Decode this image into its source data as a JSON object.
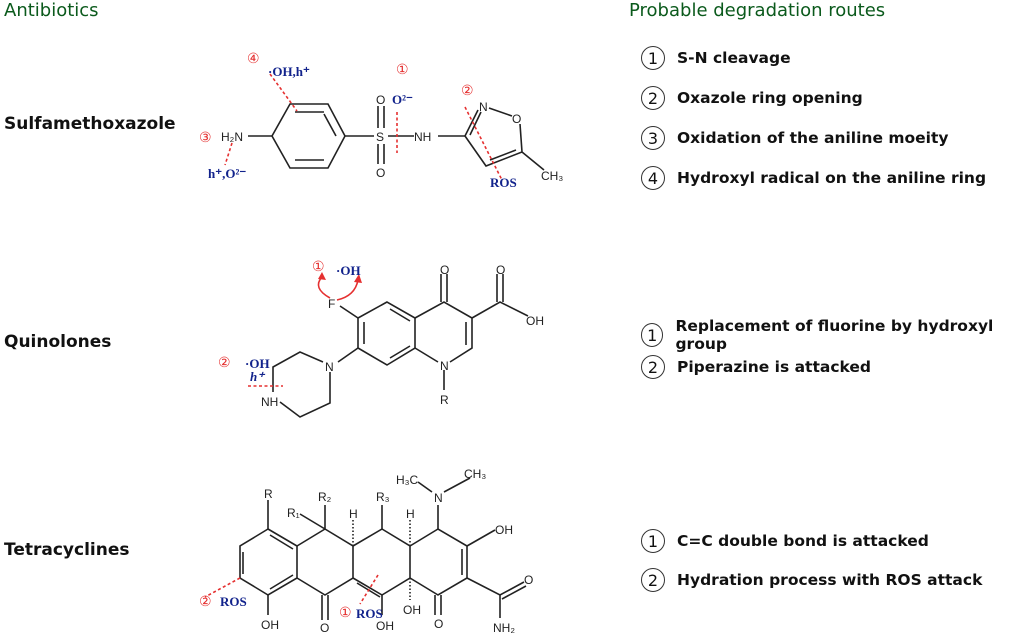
{
  "headers": {
    "left": "Antibiotics",
    "right": "Probable degradation routes"
  },
  "colors": {
    "header": "#0b5a1c",
    "attack_site": "#e53030",
    "reactive_species": "#12238c"
  },
  "antibiotics": [
    {
      "name": "Sulfamethoxazole",
      "routes": [
        {
          "num": "1",
          "label": "S-N cleavage"
        },
        {
          "num": "2",
          "label": "Oxazole ring opening"
        },
        {
          "num": "3",
          "label": "Oxidation of the aniline moeity"
        },
        {
          "num": "4",
          "label": "Hydroxyl radical on the aniline ring"
        }
      ],
      "structure": {
        "atoms": {
          "nh2": "H₂N",
          "s": "S",
          "o1": "O",
          "o2": "O",
          "nh": "NH",
          "n": "N",
          "o": "O",
          "ch3": "CH₃"
        },
        "markers": {
          "m1": "①",
          "m2": "②",
          "m3": "③",
          "m4": "④"
        },
        "species": {
          "s4": "·OH,h⁺",
          "s1": "O²⁻",
          "s2": "ROS",
          "s3": "h⁺,O²⁻"
        }
      }
    },
    {
      "name": "Quinolones",
      "routes": [
        {
          "num": "1",
          "label": "Replacement of fluorine by hydroxyl group"
        },
        {
          "num": "2",
          "label": "Piperazine is attacked"
        }
      ],
      "structure": {
        "atoms": {
          "f": "F",
          "o": "O",
          "o2": "O",
          "oh": "OH",
          "n": "N",
          "n1": "N",
          "r": "R",
          "nh": "NH"
        },
        "markers": {
          "m1": "①",
          "m2": "②"
        },
        "species": {
          "s1": "·OH",
          "s2": "·OH",
          "s2b": "h⁺"
        }
      }
    },
    {
      "name": "Tetracyclines",
      "routes": [
        {
          "num": "1",
          "label": "C=C double bond is attacked"
        },
        {
          "num": "2",
          "label": "Hydration process with ROS attack"
        }
      ],
      "structure": {
        "atoms": {
          "r": "R",
          "r1": "R₁",
          "r2": "R₂",
          "r3": "R₃",
          "h1": "H",
          "h2": "H",
          "n": "N",
          "h3c": "H₃C",
          "ch3": "CH₃",
          "oh1": "OH",
          "oh2": "OH",
          "oh3": "OH",
          "oh4": "OH",
          "o1": "O",
          "o2": "O",
          "o3": "O",
          "nh2": "NH₂"
        },
        "markers": {
          "m1": "①",
          "m2": "②"
        },
        "species": {
          "s1": "ROS",
          "s2": "ROS"
        }
      }
    }
  ]
}
